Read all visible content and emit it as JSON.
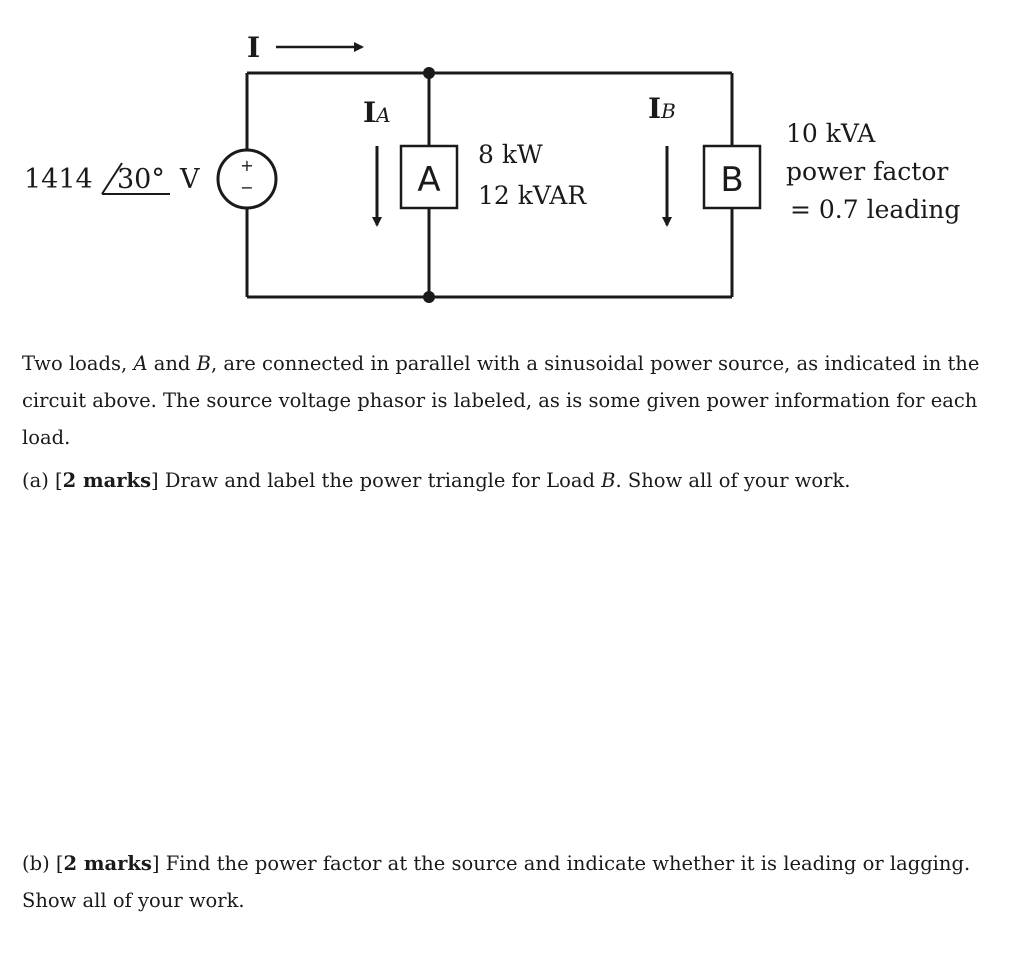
{
  "circuit": {
    "current_total": "I",
    "current_a_main": "I",
    "current_a_sub": "A",
    "current_b_main": "I",
    "current_b_sub": "B",
    "source": {
      "magnitude": "1414",
      "angle": "30°",
      "unit": "V",
      "plus": "+",
      "minus": "−"
    },
    "load_a": {
      "label": "A",
      "line1": "8 kW",
      "line2": "12 kVAR"
    },
    "load_b": {
      "label": "B",
      "line1": "10 kVA",
      "line2": "power factor",
      "line3": "= 0.7 leading"
    }
  },
  "intro": {
    "t1": "Two loads, ",
    "a": "A",
    "t2": " and ",
    "b": "B",
    "t3": ", are connected in parallel with a sinusoidal power source, as indicated in the circuit above. The source voltage phasor is labeled, as is some given power information for each load."
  },
  "part_a": {
    "prefix": "(a) [",
    "marks": "2 marks",
    "t1": "] Draw and label the power triangle for Load ",
    "load": "B",
    "t2": ". Show all of your work."
  },
  "part_b": {
    "prefix": "(b) [",
    "marks": "2 marks",
    "t1": "] Find the power factor at the source and indicate whether it is leading or lagging. Show all of your work."
  }
}
